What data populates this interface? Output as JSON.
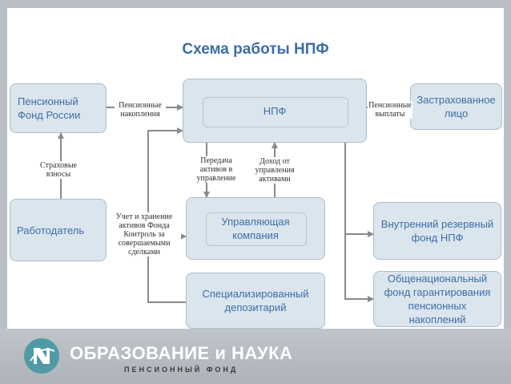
{
  "title": "Схема работы НПФ",
  "nodes": {
    "pfr": "Пенсионный Фонд России",
    "npf": "НПФ",
    "insured": "Застрахованное лицо",
    "employer": "Работодатель",
    "mgmt": "Управляющая компания",
    "reserve": "Внутренний резервный фонд НПФ",
    "guarantee": "Общенациональный фонд гарантирования пенсионных накоплений",
    "depository": "Специализированный депозитарий"
  },
  "edge_labels": {
    "savings": "Пенсионные накопления",
    "payouts": "Пенсионные выплаты",
    "contributions": "Страховые взносы",
    "transfer": "Передача активов в управление",
    "income": "Доход от управления активами",
    "control": "Учет и хранение активов Фонда Контроль за совершаемыми сделками"
  },
  "footer": {
    "brand_main": "ОБРАЗОВАНИЕ и НАУКА",
    "brand_sub": "ПЕНСИОННЫЙ ФОНД"
  },
  "colors": {
    "accent": "#3c6ea7",
    "box_fill": "#dbe5ee",
    "line": "#7a7a7a",
    "logo_teal": "#4f9aa6"
  }
}
